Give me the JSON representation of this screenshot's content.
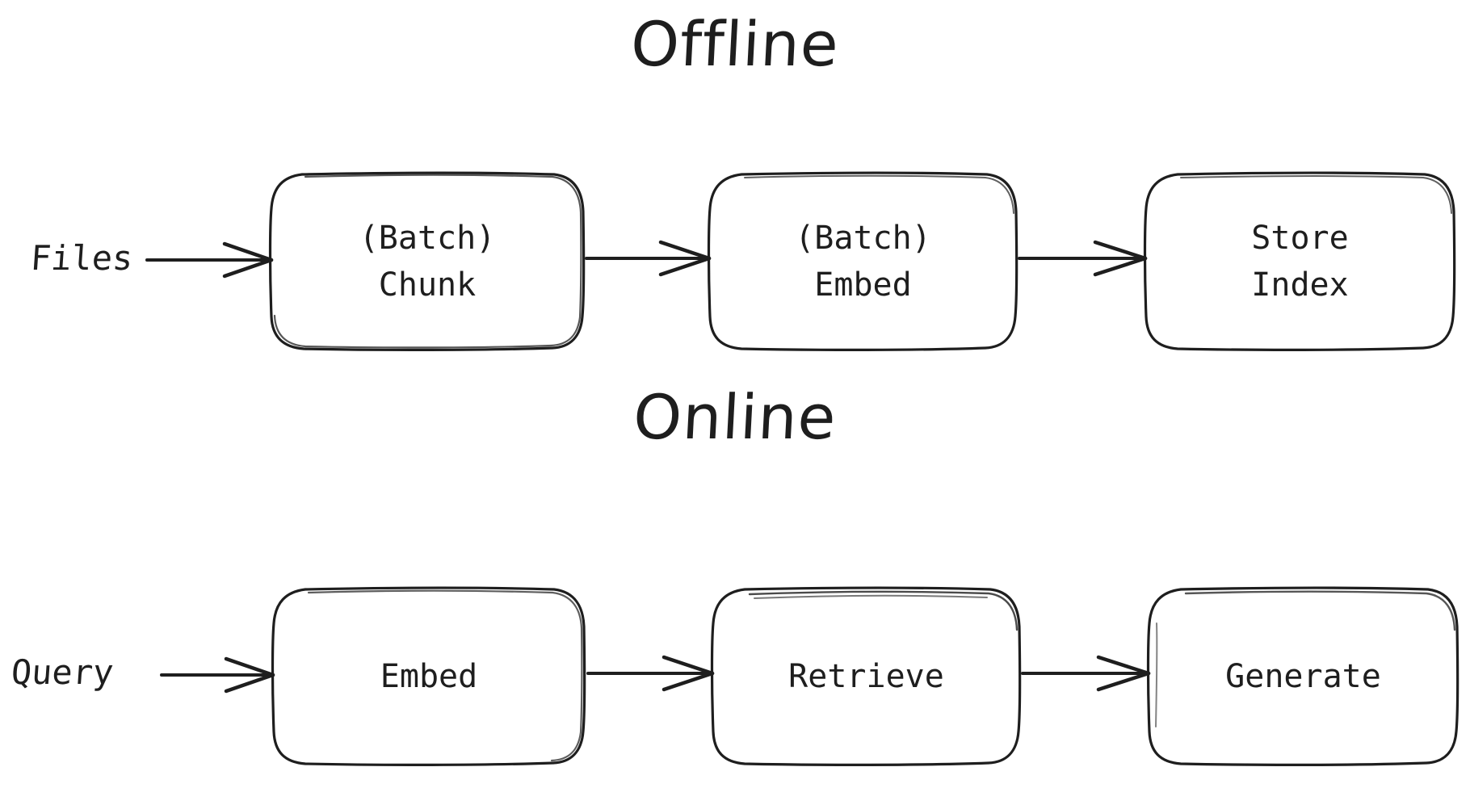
{
  "diagram": {
    "title_offline": "Offline",
    "title_online": "Online",
    "background_color": "#ffffff",
    "stroke_color": "#1e1e1e",
    "style": "hand-drawn"
  },
  "offline": {
    "heading": "Offline",
    "input_label": "Files",
    "nodes": [
      {
        "id": "batch-chunk",
        "line1": "(Batch)",
        "line2": "Chunk"
      },
      {
        "id": "batch-embed",
        "line1": "(Batch)",
        "line2": "Embed"
      },
      {
        "id": "store-index",
        "line1": "Store",
        "line2": "Index"
      }
    ],
    "arrows": [
      {
        "from": "Files",
        "to": "(Batch) Chunk"
      },
      {
        "from": "(Batch) Chunk",
        "to": "(Batch) Embed"
      },
      {
        "from": "(Batch) Embed",
        "to": "Store Index"
      }
    ]
  },
  "online": {
    "heading": "Online",
    "input_label": "Query",
    "nodes": [
      {
        "id": "embed",
        "line1": "Embed",
        "line2": ""
      },
      {
        "id": "retrieve",
        "line1": "Retrieve",
        "line2": ""
      },
      {
        "id": "generate",
        "line1": "Generate",
        "line2": ""
      }
    ],
    "arrows": [
      {
        "from": "Query",
        "to": "Embed"
      },
      {
        "from": "Embed",
        "to": "Retrieve"
      },
      {
        "from": "Retrieve",
        "to": "Generate"
      }
    ]
  }
}
